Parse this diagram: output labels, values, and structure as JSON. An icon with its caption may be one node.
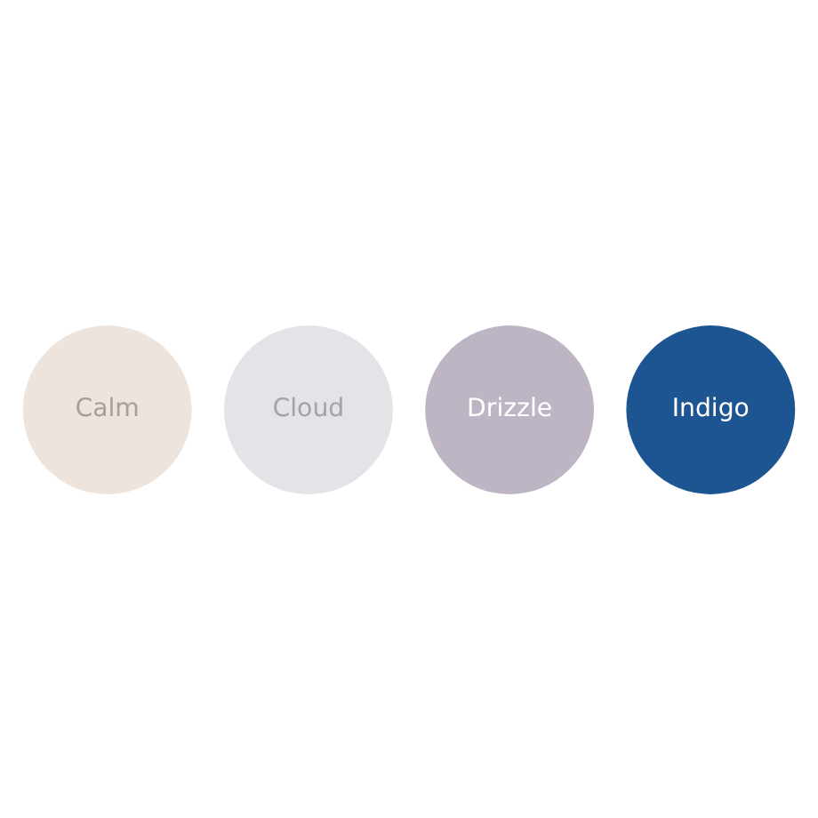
{
  "diagram": {
    "nodes": [
      {
        "text": [
          "Calm"
        ]
      },
      {
        "text": [
          "Cloud"
        ]
      },
      {
        "text": [
          "Drizzle"
        ]
      },
      {
        "text": [
          "Indigo"
        ]
      }
    ]
  }
}
